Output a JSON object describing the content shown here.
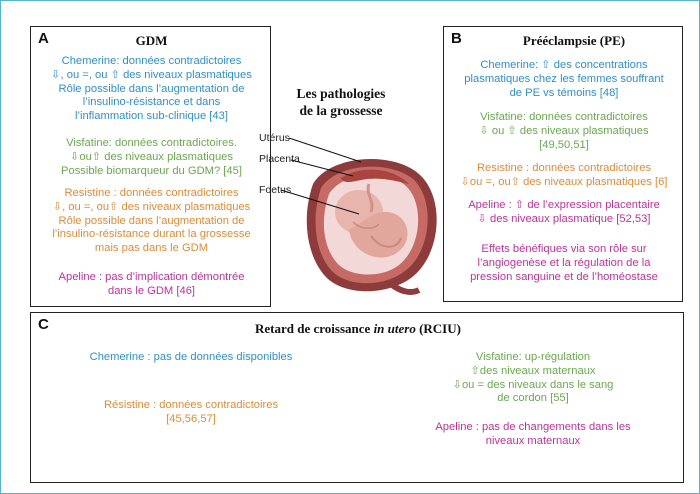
{
  "center": {
    "title_lines": [
      "Les pathologies",
      "de la grossesse"
    ],
    "labels": {
      "uterus": "Utérus",
      "placenta": "Placenta",
      "foetus": "Foetus"
    }
  },
  "panel_a": {
    "letter": "A",
    "title": "GDM",
    "chemerine": [
      "Chemerine: données contradictoires",
      "⇩, ou =, ou ⇧ des niveaux plasmatiques",
      "Rôle possible dans l’augmentation de",
      "l’insulino-résistance et dans",
      "l’inflammation sub-clinique [43]"
    ],
    "visfatine": [
      "Visfatine: données contradictoires.",
      "⇩ou⇧ des niveaux plasmatiques",
      "Possible biomarqueur du GDM? [45]"
    ],
    "resistine": [
      "Resistine : données contradictoires",
      "⇩, ou =, ou⇧ des niveaux plasmatiques",
      "Rôle possible dans l’augmentation de",
      "l’insulino-résistance durant la grossesse",
      "mais pas dans le GDM"
    ],
    "apeline": [
      "Apeline : pas d’implication démontrée",
      "dans le GDM [46]"
    ]
  },
  "panel_b": {
    "letter": "B",
    "title": "Prééclampsie (PE)",
    "chemerine": [
      "Chemerine: ⇧ des concentrations",
      "plasmatiques chez les femmes souffrant",
      "de PE vs témoins [48]"
    ],
    "visfatine": [
      "Visfatine: données contradictoires",
      "⇩ ou ⇧ des niveaux plasmatiques",
      "[49,50,51]"
    ],
    "resistine": [
      "Resistine : données contradictoires",
      "⇩ou =, ou⇧ des niveaux plasmatiques [6]"
    ],
    "apeline": [
      "Apeline : ⇧ de l’expression placentaire",
      "⇩ des niveaux plasmatique [52,53]"
    ],
    "effets": [
      "Effets bénéfiques via son rôle sur",
      "l’angiogenèse et la régulation de la",
      "pression sanguine et de l’homéostase"
    ]
  },
  "panel_c": {
    "letter": "C",
    "title_prefix": "Retard de croissance ",
    "title_italic": "in utero",
    "title_suffix": " (RCIU)",
    "chemerine": [
      "Chemerine : pas de données disponibles"
    ],
    "resistine": [
      "Résistine : données contradictoires",
      "[45,56,57]"
    ],
    "visfatine": [
      "Visfatine: up-régulation",
      "⇧des niveaux maternaux",
      "⇩ou = des niveaux dans le sang",
      "de cordon [55]"
    ],
    "apeline": [
      "Apeline : pas de changements dans les",
      "niveaux maternaux"
    ]
  },
  "colors": {
    "chemerine": "#2f8fc8",
    "visfatine": "#6aa84f",
    "resistine": "#e08a36",
    "apeline": "#c0309b",
    "border": "#4fb6d1"
  }
}
